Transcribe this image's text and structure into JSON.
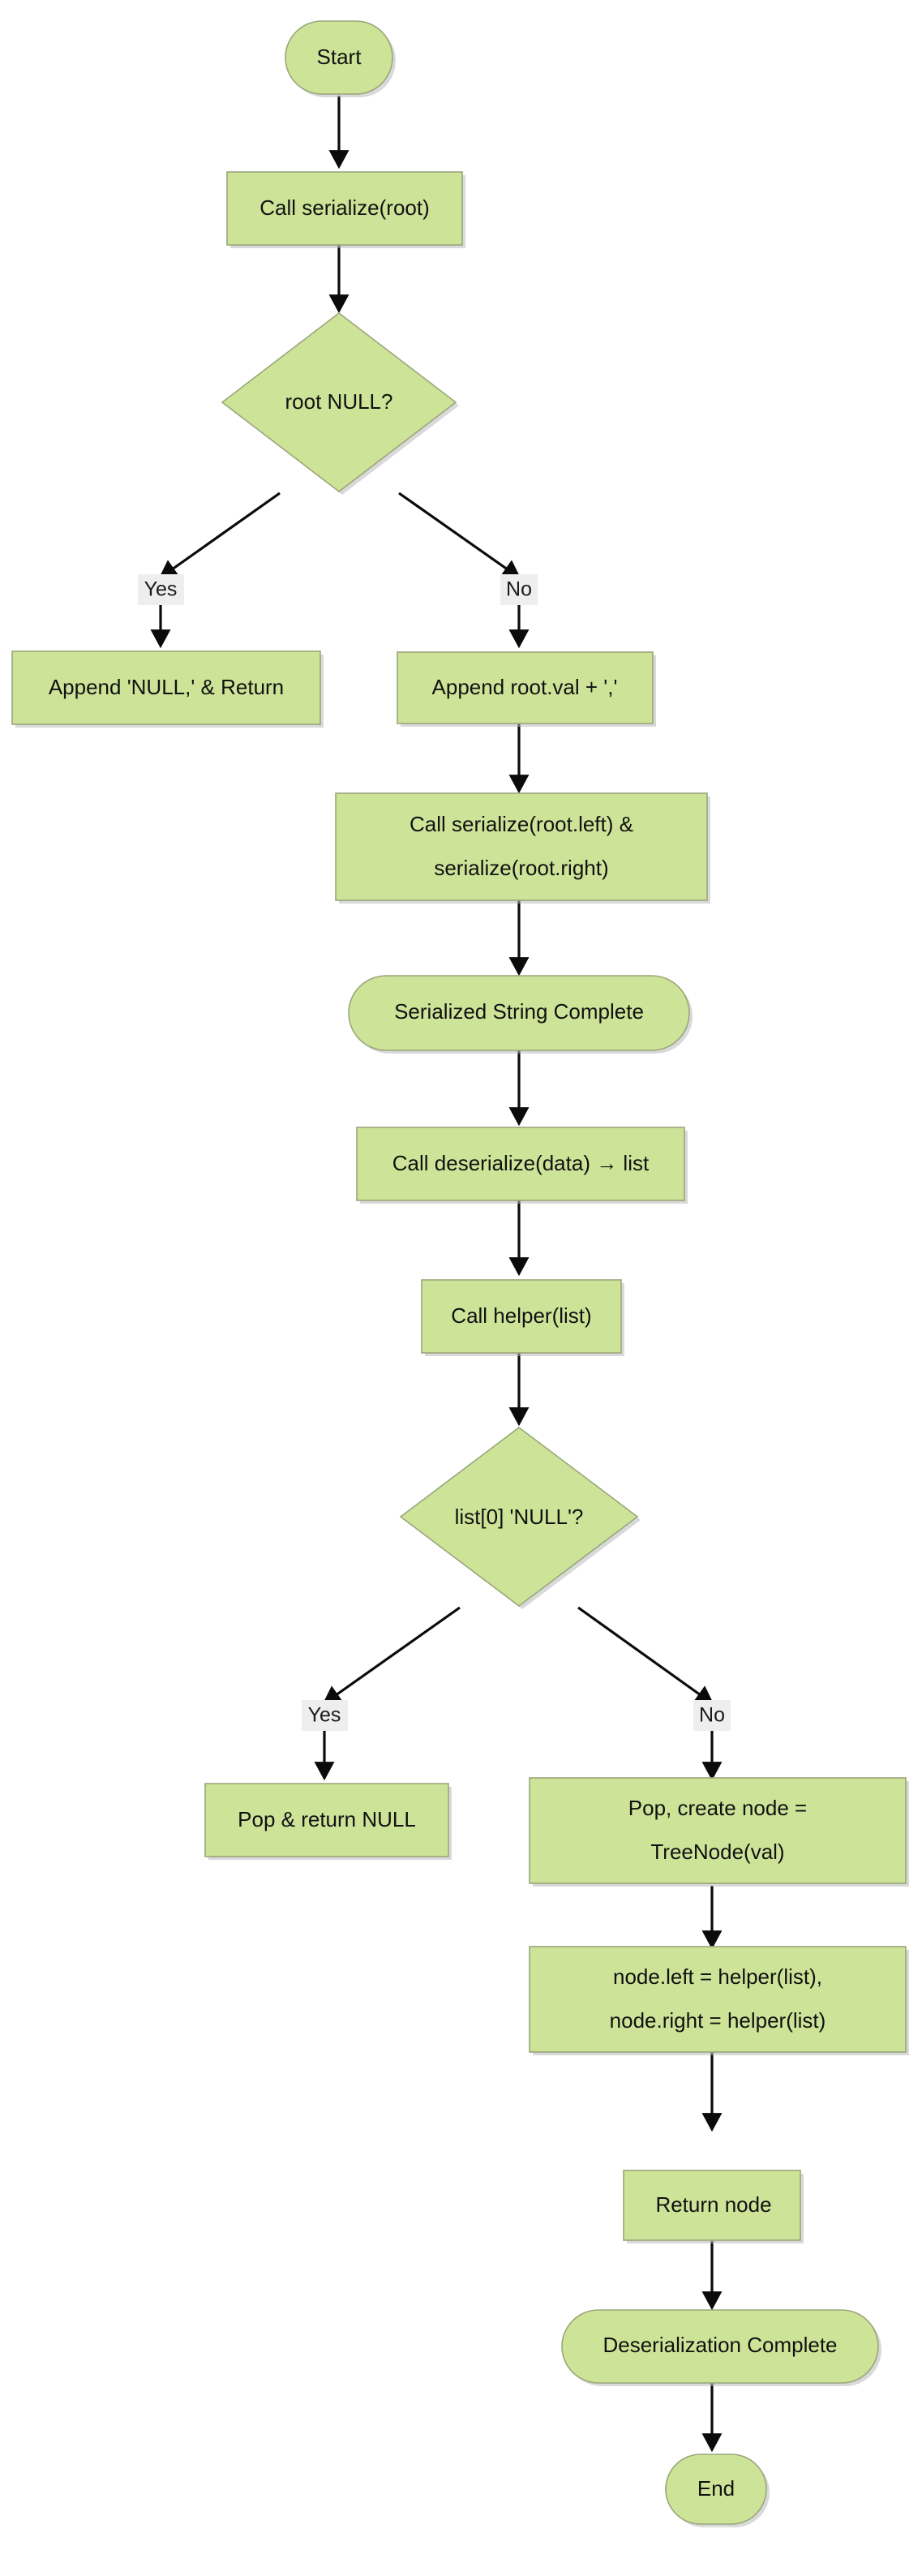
{
  "diagram": {
    "title": "Binary Tree Serialize / Deserialize Flowchart",
    "orientation": "top-to-bottom",
    "background_color": "#ffffff",
    "node_fill_color": "#cde498",
    "node_stroke_color": "#9aa67a",
    "edge_color": "#0b0b0b",
    "edge_label_background": "#eeeeee",
    "text_color": "#111111"
  },
  "nodes": {
    "start": {
      "id": "start",
      "shape": "stadium",
      "label": "Start"
    },
    "call_serialize": {
      "id": "call_serialize",
      "shape": "rect",
      "label": "Call serialize(root)"
    },
    "root_null": {
      "id": "root_null",
      "shape": "diamond",
      "label": "root NULL?"
    },
    "append_null": {
      "id": "append_null",
      "shape": "rect",
      "label": "Append 'NULL,' & Return"
    },
    "append_val": {
      "id": "append_val",
      "shape": "rect",
      "label": "Append root.val + ','"
    },
    "recurse_children": {
      "id": "recurse_children",
      "shape": "rect",
      "label_line1": "Call serialize(root.left) &",
      "label_line2": "serialize(root.right)"
    },
    "serialized_complete": {
      "id": "serialized_complete",
      "shape": "stadium",
      "label": "Serialized String Complete"
    },
    "call_deserialize": {
      "id": "call_deserialize",
      "shape": "rect",
      "label": "Call deserialize(data) → list"
    },
    "call_helper": {
      "id": "call_helper",
      "shape": "rect",
      "label": "Call helper(list)"
    },
    "list0_null": {
      "id": "list0_null",
      "shape": "diamond",
      "label": "list[0] 'NULL'?"
    },
    "pop_return_null": {
      "id": "pop_return_null",
      "shape": "rect",
      "label": "Pop & return NULL"
    },
    "pop_create_node": {
      "id": "pop_create_node",
      "shape": "rect",
      "label_line1": "Pop, create node =",
      "label_line2": "TreeNode(val)"
    },
    "assign_children": {
      "id": "assign_children",
      "shape": "rect",
      "label_line1": "node.left = helper(list),",
      "label_line2": "node.right = helper(list)"
    },
    "return_node": {
      "id": "return_node",
      "shape": "rect",
      "label": "Return node"
    },
    "deserialization_complete": {
      "id": "deserialization_complete",
      "shape": "stadium",
      "label": "Deserialization Complete"
    },
    "end": {
      "id": "end",
      "shape": "stadium",
      "label": "End"
    }
  },
  "edge_labels": {
    "root_null_yes": "Yes",
    "root_null_no": "No",
    "list0_null_yes": "Yes",
    "list0_null_no": "No"
  },
  "edges": [
    {
      "from": "start",
      "to": "call_serialize",
      "label": ""
    },
    {
      "from": "call_serialize",
      "to": "root_null",
      "label": ""
    },
    {
      "from": "root_null",
      "to": "append_null",
      "label": "Yes"
    },
    {
      "from": "root_null",
      "to": "append_val",
      "label": "No"
    },
    {
      "from": "append_val",
      "to": "recurse_children",
      "label": ""
    },
    {
      "from": "recurse_children",
      "to": "serialized_complete",
      "label": ""
    },
    {
      "from": "serialized_complete",
      "to": "call_deserialize",
      "label": ""
    },
    {
      "from": "call_deserialize",
      "to": "call_helper",
      "label": ""
    },
    {
      "from": "call_helper",
      "to": "list0_null",
      "label": ""
    },
    {
      "from": "list0_null",
      "to": "pop_return_null",
      "label": "Yes"
    },
    {
      "from": "list0_null",
      "to": "pop_create_node",
      "label": "No"
    },
    {
      "from": "pop_create_node",
      "to": "assign_children",
      "label": ""
    },
    {
      "from": "assign_children",
      "to": "return_node",
      "label": ""
    },
    {
      "from": "return_node",
      "to": "deserialization_complete",
      "label": ""
    },
    {
      "from": "deserialization_complete",
      "to": "end",
      "label": ""
    }
  ]
}
